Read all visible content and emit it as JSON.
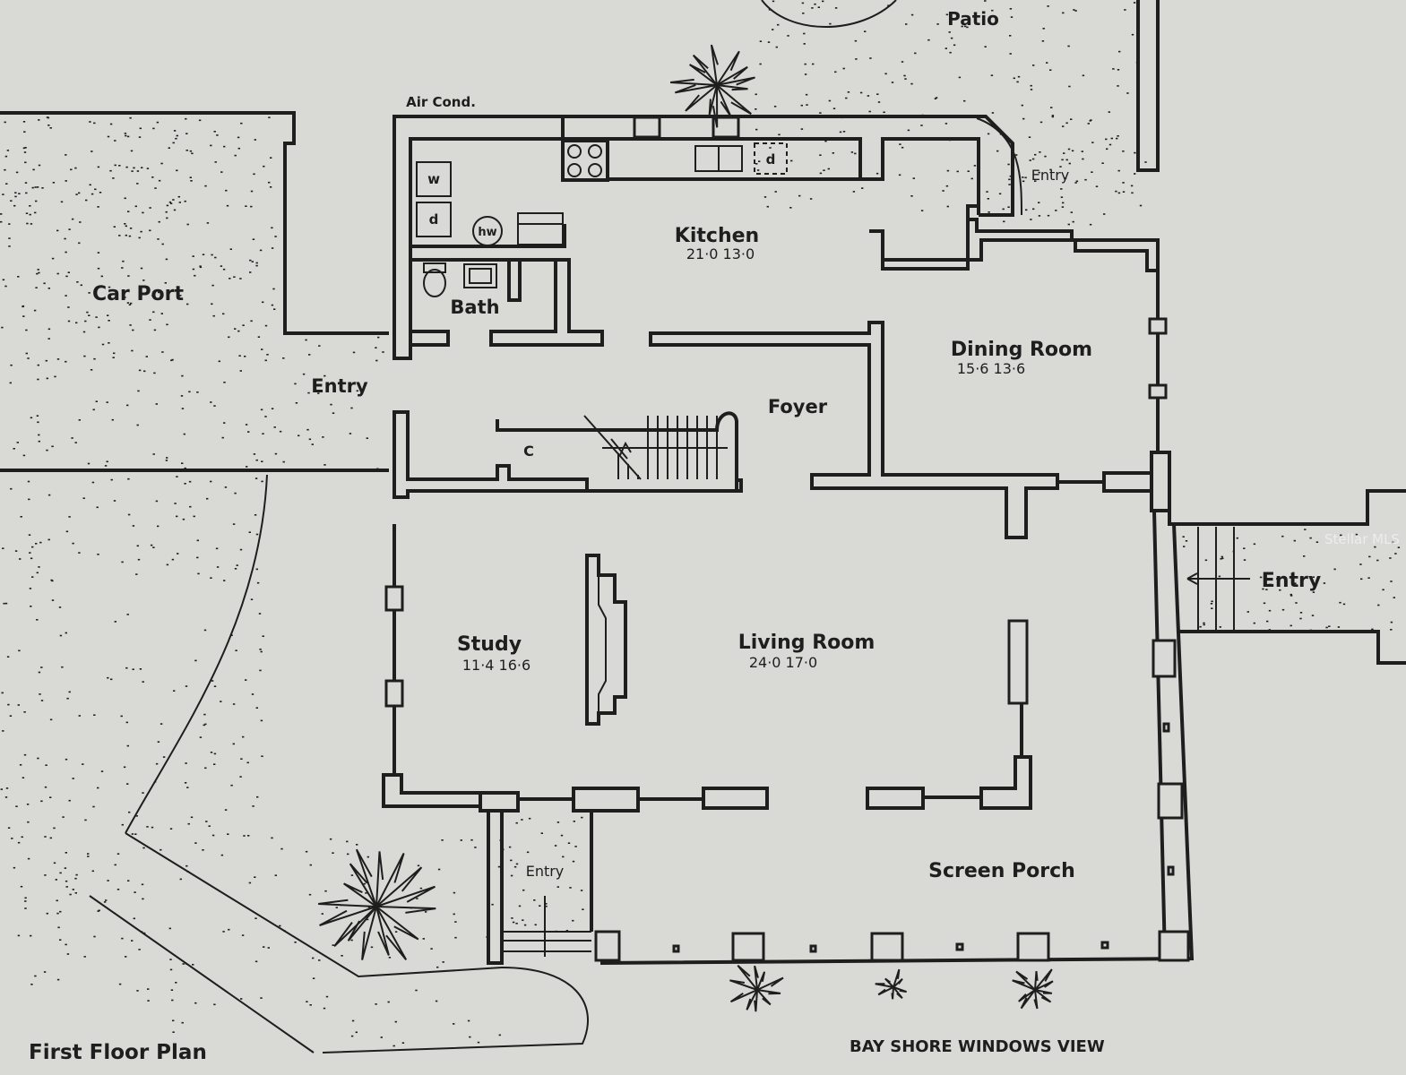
{
  "rooms": {
    "kitchen": {
      "name": "Kitchen",
      "dims": "21·0  13·0"
    },
    "dining": {
      "name": "Dining Room",
      "dims": "15·6  13·6"
    },
    "study": {
      "name": "Study",
      "dims": "11·4  16·6"
    },
    "living": {
      "name": "Living Room",
      "dims": "24·0  17·0"
    },
    "bath": {
      "name": "Bath"
    },
    "foyer": {
      "name": "Foyer"
    },
    "carport": {
      "name": "Car Port"
    },
    "porch": {
      "name": "Screen Porch"
    },
    "patio": {
      "name": "Patio"
    }
  },
  "labels": {
    "air_cond": "Air Cond.",
    "entry_carport": "Entry",
    "entry_patio": "Entry",
    "entry_east": "Entry",
    "entry_south": "Entry",
    "closet": "C",
    "washer": "w",
    "dryer": "d",
    "hot_water": "hw",
    "dishwasher": "d"
  },
  "footer": {
    "plan_title": "First Floor Plan",
    "view_note": "BAY SHORE WINDOWS VIEW"
  },
  "watermark": "Stellar MLS",
  "colors": {
    "paper": "#d9dad6",
    "ink": "#1e1e1e"
  }
}
